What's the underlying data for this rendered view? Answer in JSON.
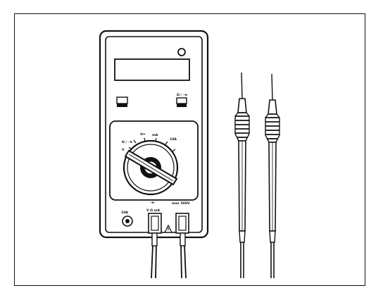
{
  "figure": {
    "description": "",
    "meter": {
      "dial_labels": {
        "ohm_diode": "Ω / ⊣▸",
        "v_left": "V",
        "vdc": "V⎓",
        "ma": "mA",
        "range_10a": "10A"
      },
      "left_button": "",
      "right_button_label": "Ω / ⊣▸",
      "jack_labels": {
        "left": "10A",
        "middle_top": "⊣▸",
        "middle": "V Ω mA",
        "right": "max 500V"
      }
    }
  }
}
